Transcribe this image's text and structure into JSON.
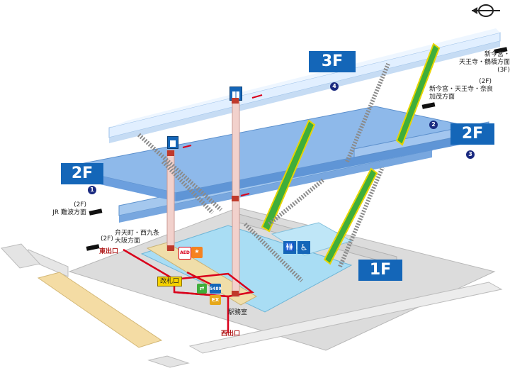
{
  "floors": {
    "f3": "3F",
    "f2_left": "2F",
    "f2_right": "2F",
    "f1": "1F"
  },
  "exits": {
    "east": "東出口",
    "west": "西出口",
    "gate": "改札口",
    "station_office": "駅務室"
  },
  "directions": {
    "shin_imamiya_3f": [
      "新今宮・",
      "天王寺・鶴橋方面",
      "(3F)"
    ],
    "shin_imamiya_2f": [
      "(2F)",
      "新今宮・天王寺・奈良",
      "加茂方面"
    ],
    "jr_namba": [
      "(2F)",
      "JR 難波方面"
    ],
    "bentencho": [
      "弁天町・西九条",
      "大阪方面"
    ],
    "bentencho_floor": "(2F)"
  },
  "platforms": {
    "p1": "1",
    "p2": "2",
    "p3": "3",
    "p4": "4"
  },
  "icons": {
    "aed_label": "AED",
    "ticket_machine_label": "5489",
    "ex_label": "EX",
    "compass": "north-arrow-icon",
    "restroom": "restroom-icon",
    "wheelchair": "wheelchair-icon",
    "elevator": "elevator-icon"
  },
  "colors": {
    "upper_floor": "#e1efff",
    "middle_floor": "#7fafe3",
    "concourse": "#a9ddf4",
    "ground": "#d8d8d8",
    "floor_badge": "#1466b8",
    "route_red": "#d9001b",
    "escalator_green": "#3fae3a",
    "escalator_yellow": "#e8d400",
    "gate_yellow": "#f6d200",
    "platform_number": "#1a2a80"
  }
}
